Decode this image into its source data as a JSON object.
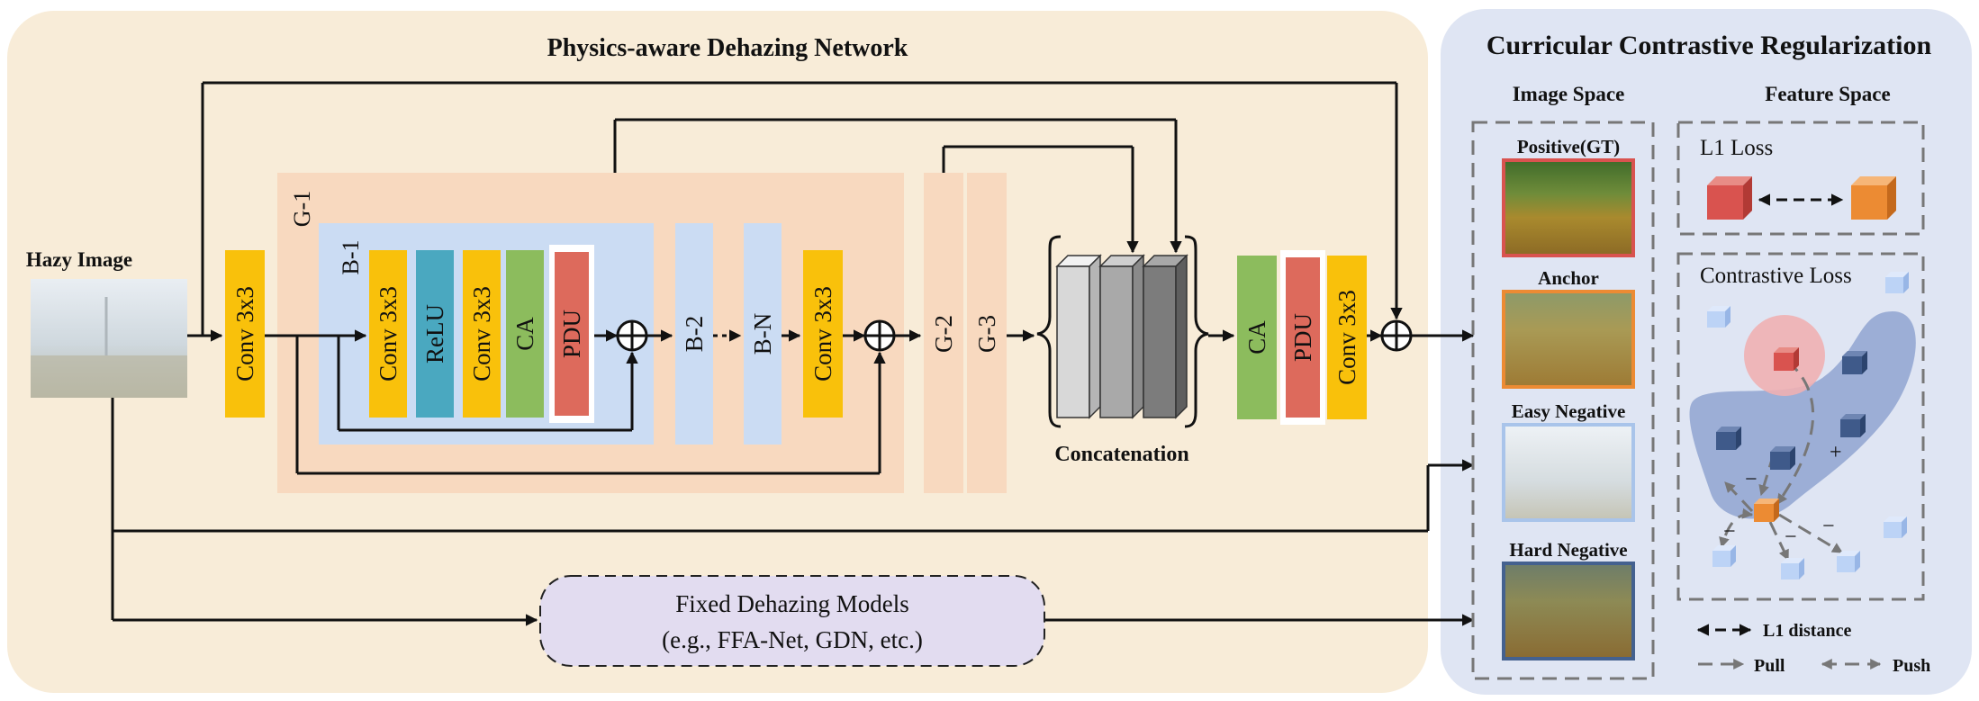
{
  "left_panel": {
    "title": "Physics-aware Dehazing Network",
    "bg": "#f8ecd8"
  },
  "right_panel": {
    "title": "Curricular Contrastive Regularization",
    "bg": "#dfe5f3",
    "image_space": "Image Space",
    "feature_space": "Feature Space",
    "samples": [
      {
        "label": "Positive(GT)",
        "color": "#d9534f"
      },
      {
        "label": "Anchor",
        "color": "#ec8b33"
      },
      {
        "label": "Easy Negative",
        "color": "#a9c4ea"
      },
      {
        "label": "Hard Negative",
        "color": "#44618f"
      }
    ],
    "l1_loss": "L1 Loss",
    "contrastive_loss": "Contrastive Loss",
    "plus_sign": "+",
    "minus_sign": "−",
    "legend": {
      "l1": "L1 distance",
      "pull": "Pull",
      "push": "Push"
    }
  },
  "hazy_image": "Hazy Image",
  "blocks": {
    "conv": "Conv 3x3",
    "relu": "ReLU",
    "ca": "CA",
    "pdu": "PDU",
    "g1": "G-1",
    "b1": "B-1",
    "b2": "B-2",
    "bn": "B-N",
    "g2": "G-2",
    "g3": "G-3",
    "concat": "Concatenation"
  },
  "fixed_models": {
    "line1": "Fixed Dehazing Models",
    "line2": "(e.g., FFA-Net, GDN, etc.)"
  },
  "colors": {
    "conv": "#f9c10b",
    "relu": "#4aa8c0",
    "ca": "#8cbc5d",
    "pdu": "#dd6a5c",
    "group": "#f8d9bf",
    "block": "#cbdcf3",
    "fixed": "#e2dcf0",
    "cube_dark": "#3f5a8a",
    "cube_light": "#bcd3f6"
  }
}
